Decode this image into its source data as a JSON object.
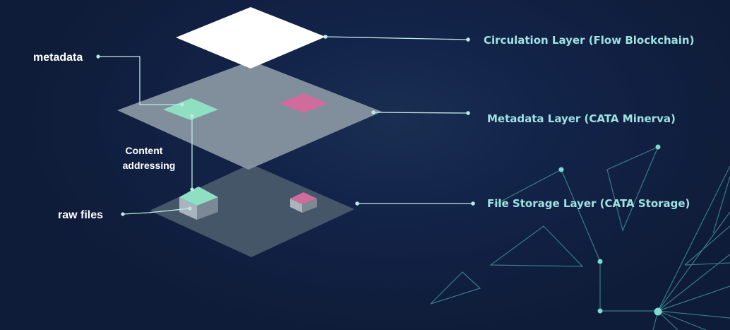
{
  "labels": {
    "circulation_layer": "Circulation Layer (Flow Blockchain)",
    "metadata_layer": "Metadata Layer (CATA Minerva)",
    "file_storage_layer": "File Storage Layer (CATA Storage)",
    "metadata": "metadata",
    "content_line1": "Content",
    "content_line2": "addressing",
    "raw_files": "raw files"
  },
  "colors": {
    "background": "#0f1e3a",
    "label_teal": "#9fe3e0",
    "connector": "#bfe9e6",
    "top_plane": "#ffffff",
    "middle_plane": "#8a97a3",
    "bottom_plane": "#4b5b6c",
    "teal_tile": "#8fe0c2",
    "pink_tile": "#d06c9c"
  }
}
